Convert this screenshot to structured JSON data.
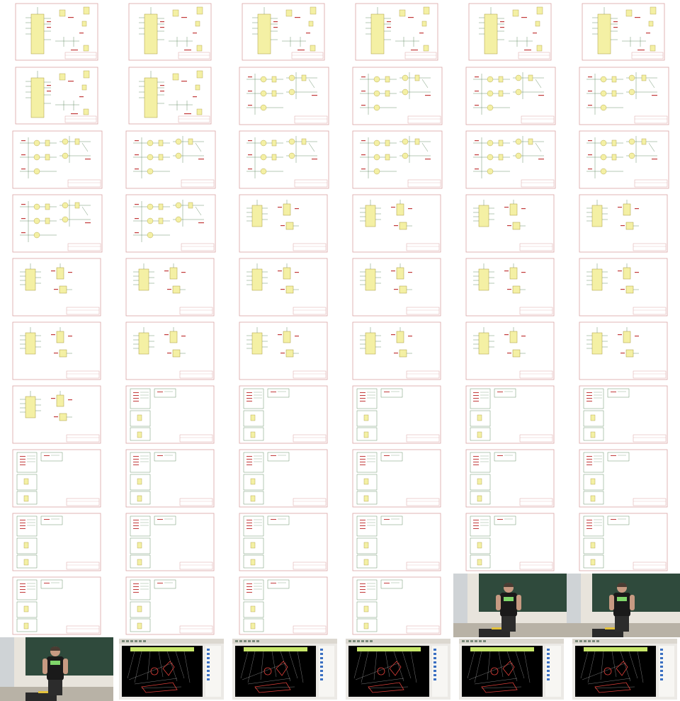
{
  "sheet": {
    "columns": 6,
    "rows": 11,
    "background": "#ffffff",
    "colors": {
      "sheet_border": "#d9a3a3",
      "component_fill": "#f4f0a4",
      "component_stroke": "#a89a3a",
      "wire": "#4a7a4a",
      "label_red": "#c23a3a",
      "text_dark": "#333333",
      "board_bg": "#000000",
      "board_line": "#c9c9c9",
      "board_red": "#e0403a",
      "chalkboard": "#2f4a3c",
      "wall": "#e8e4dc",
      "shirt": "#1a1a1a",
      "shirt_print": "#7fd66a"
    },
    "frames": [
      "mcu-schematic",
      "mcu-schematic",
      "mcu-schematic",
      "mcu-schematic",
      "mcu-schematic",
      "mcu-schematic",
      "mcu-schematic",
      "mcu-schematic",
      "transistor-schematic",
      "transistor-schematic",
      "transistor-schematic",
      "transistor-schematic",
      "transistor-schematic",
      "transistor-schematic",
      "transistor-schematic",
      "transistor-schematic",
      "transistor-schematic",
      "transistor-schematic",
      "transistor-schematic",
      "transistor-schematic",
      "ic-schematic",
      "ic-schematic",
      "ic-schematic",
      "ic-schematic",
      "ic-schematic",
      "ic-schematic",
      "ic-schematic",
      "ic-schematic",
      "ic-schematic",
      "ic-schematic",
      "ic-schematic",
      "ic-schematic",
      "ic-schematic",
      "ic-schematic",
      "ic-schematic",
      "ic-schematic",
      "ic-schematic",
      "connector-schematic",
      "connector-schematic",
      "connector-schematic",
      "connector-schematic",
      "connector-schematic",
      "connector-schematic",
      "connector-schematic",
      "connector-schematic",
      "connector-schematic",
      "connector-schematic",
      "connector-schematic",
      "connector-schematic",
      "connector-schematic",
      "connector-schematic",
      "connector-schematic",
      "connector-schematic",
      "connector-schematic",
      "connector-schematic",
      "connector-schematic",
      "connector-schematic",
      "connector-schematic",
      "speaker-photo",
      "speaker-photo",
      "speaker-photo",
      "pcb-editor",
      "pcb-editor",
      "pcb-editor",
      "pcb-editor",
      "pcb-editor"
    ]
  }
}
